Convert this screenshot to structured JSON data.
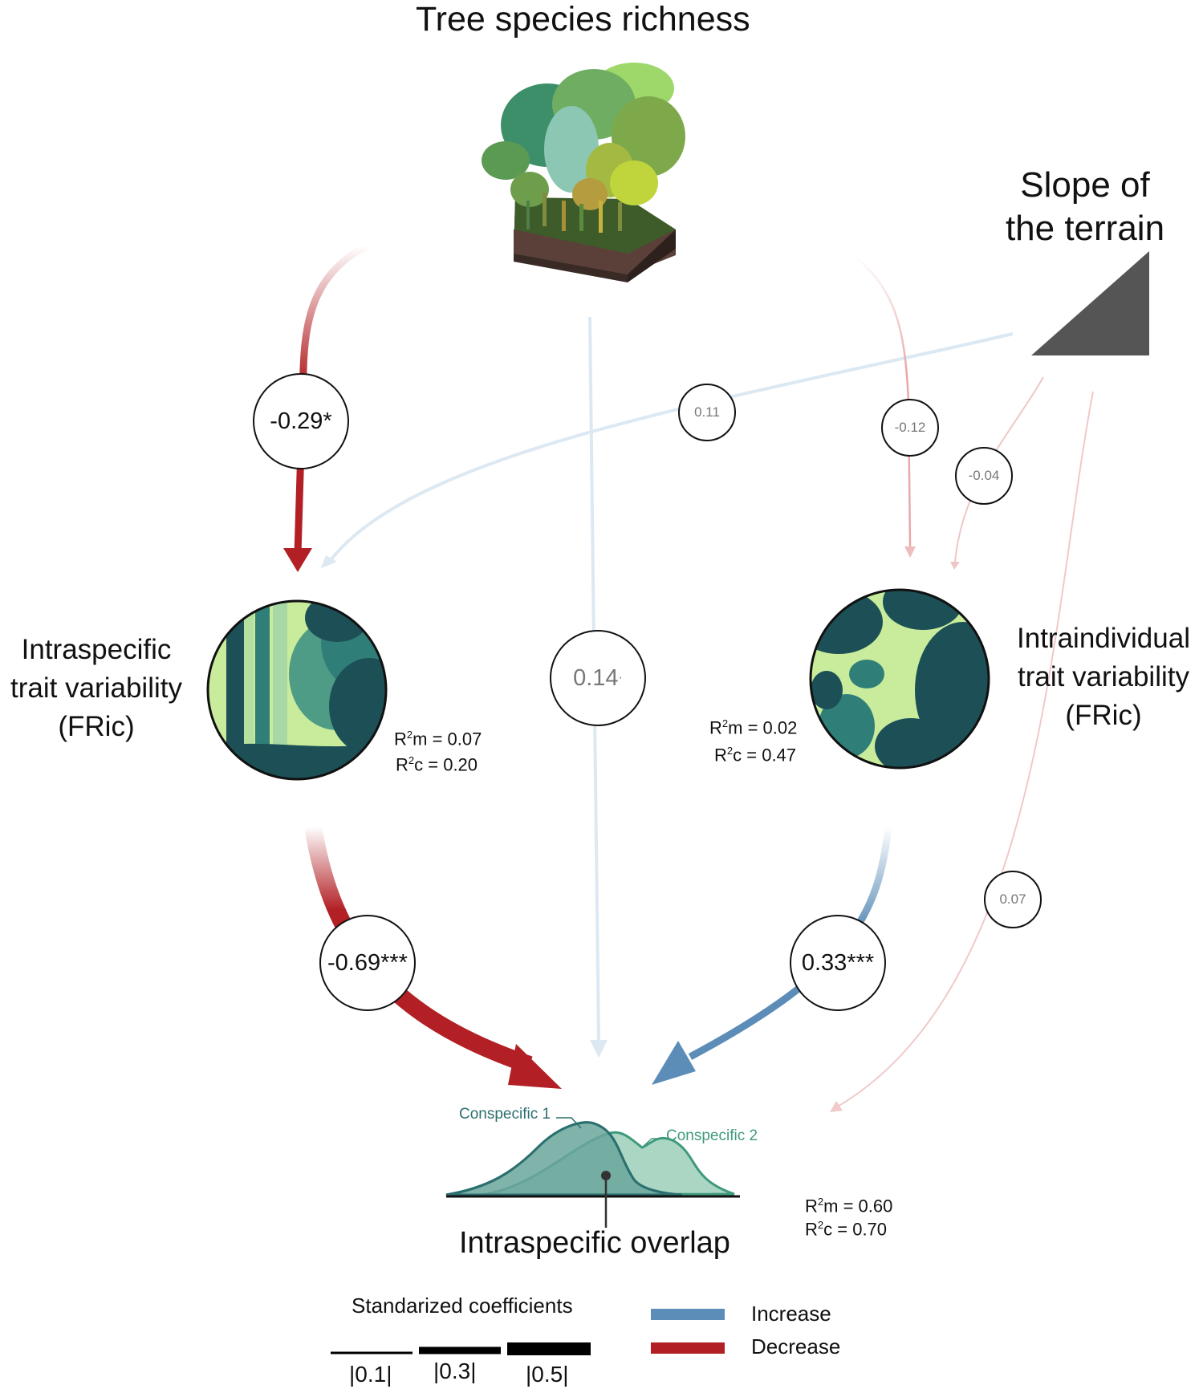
{
  "title": "Tree species richness",
  "nodes": {
    "slope": "Slope of\nthe terrain",
    "intraspecific": "Intraspecific\ntrait variability\n(FRic)",
    "intraindividual": "Intraindividual\ntrait variability\n(FRic)",
    "overlap": "Intraspecific overlap"
  },
  "r2": {
    "intraspecific": {
      "m": "= 0.07",
      "c": "= 0.20"
    },
    "intraindividual": {
      "m": "= 0.02",
      "c": "= 0.47"
    },
    "overlap": {
      "m": "= 0.60",
      "c": "= 0.70"
    }
  },
  "coefficients": [
    {
      "id": "richness_to_intraspecific",
      "label": "-0.29*",
      "value": -0.29,
      "significant": true
    },
    {
      "id": "slope_to_intraspecific",
      "label": "0.11",
      "value": 0.11,
      "significant": false
    },
    {
      "id": "richness_to_intraindividual",
      "label": "-0.12",
      "value": -0.12,
      "significant": false
    },
    {
      "id": "slope_to_intraindividual",
      "label": "-0.04",
      "value": -0.04,
      "significant": false
    },
    {
      "id": "richness_to_overlap",
      "label": "0.14",
      "superscript": "·",
      "value": 0.14,
      "significant": false
    },
    {
      "id": "slope_to_overlap",
      "label": "0.07",
      "value": 0.07,
      "significant": false
    },
    {
      "id": "intraspecific_to_overlap",
      "label": "-0.69***",
      "value": -0.69,
      "significant": true
    },
    {
      "id": "intraindividual_to_overlap",
      "label": "0.33***",
      "value": 0.33,
      "significant": true
    }
  ],
  "distribution": {
    "conspecific1": "Conspecific 1",
    "conspecific2": "Conspecific 2"
  },
  "legend": {
    "title": "Standarized coefficients",
    "widths": [
      "|0.1|",
      "|0.3|",
      "|0.5|"
    ],
    "increase": "Increase",
    "decrease": "Decrease"
  },
  "colors": {
    "increase": "#5b8db8",
    "decrease": "#b22025",
    "slope_triangle": "#555555",
    "forest_dark": "#1c5056",
    "forest_mid": "#2f7f78",
    "forest_light": "#c9ec9c"
  }
}
